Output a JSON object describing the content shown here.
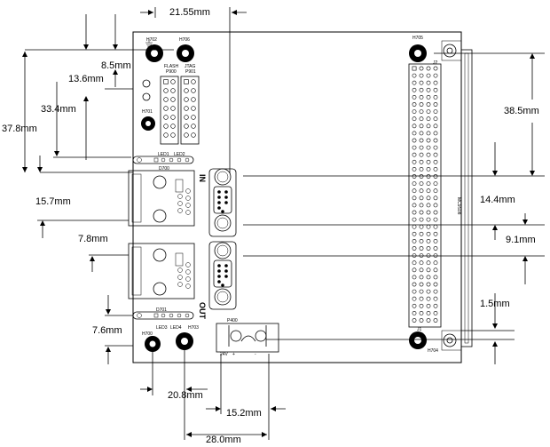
{
  "dimensions": {
    "top_center": "21.55mm",
    "flash_jtag_offset": "8.5mm",
    "hole_offset": "13.6mm",
    "d_offset_a": "33.4mm",
    "d_offset_b": "37.8mm",
    "rj45_upper": "15.7mm",
    "rj45_lower": "7.8mm",
    "bottom_left": "7.6mm",
    "right_top": "38.5mm",
    "right_mid_a": "14.4mm",
    "right_mid_b": "9.1mm",
    "right_bottom": "1.5mm",
    "bottom_a": "20.8mm",
    "bottom_b": "15.2mm",
    "bottom_c": "28.0mm"
  },
  "silkscreen": {
    "h702": "H702",
    "h706": "H706",
    "h705": "H705",
    "h701": "H701",
    "h700": "H700",
    "h703": "H703",
    "h704": "H704",
    "flash": "FLASH",
    "p900": "P900",
    "jtag": "JTAG",
    "p901": "P901",
    "led1": "LED1",
    "led2": "LED2",
    "d700": "D700",
    "d701": "D701",
    "led3": "LED3",
    "led4": "LED4",
    "p400": "P400",
    "in_label": "IN",
    "out_label": "OUT",
    "v24": "24V",
    "plus": "+",
    "minus": "-",
    "j1": "J1",
    "j2": "J2",
    "pcb_id": "MC9S08"
  }
}
